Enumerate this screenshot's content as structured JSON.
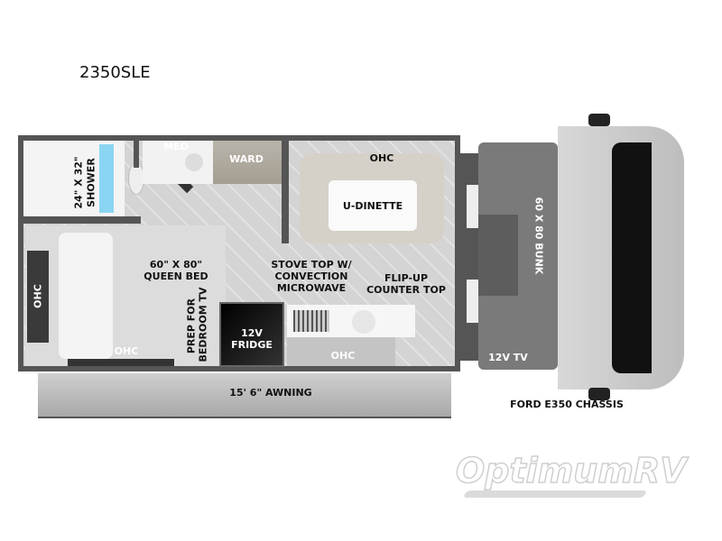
{
  "title": "2350SLE",
  "labels": {
    "shower": "24\" X 32\"",
    "shower2": "SHOWER",
    "med": "MED",
    "ward": "WARD",
    "ohc_dinette": "OHC",
    "dinette": "U-DINETTE",
    "bed1": "60\" X 80\"",
    "bed2": "QUEEN BED",
    "ohc_left": "OHC",
    "ohc_bed": "OHC",
    "tv1": "PREP FOR",
    "tv2": "BEDROOM TV",
    "fridge1": "12V",
    "fridge2": "FRIDGE",
    "stove1": "STOVE TOP W/",
    "stove2": "CONVECTION",
    "stove3": "MICROWAVE",
    "flip1": "FLIP-UP",
    "flip2": "COUNTER TOP",
    "ohc_kitchen": "OHC",
    "bunk": "60 X 80 BUNK",
    "cab_tv": "12V TV",
    "awning": "15' 6\" AWNING",
    "chassis": "FORD E350 CHASSIS"
  },
  "watermark": "OptimumRV",
  "colors": {
    "wall": "#555555",
    "floor": "#d9d9d9",
    "bunk": "#7a7a7a",
    "shower": "#7fd3f0",
    "cab": "#c8c8c8"
  }
}
